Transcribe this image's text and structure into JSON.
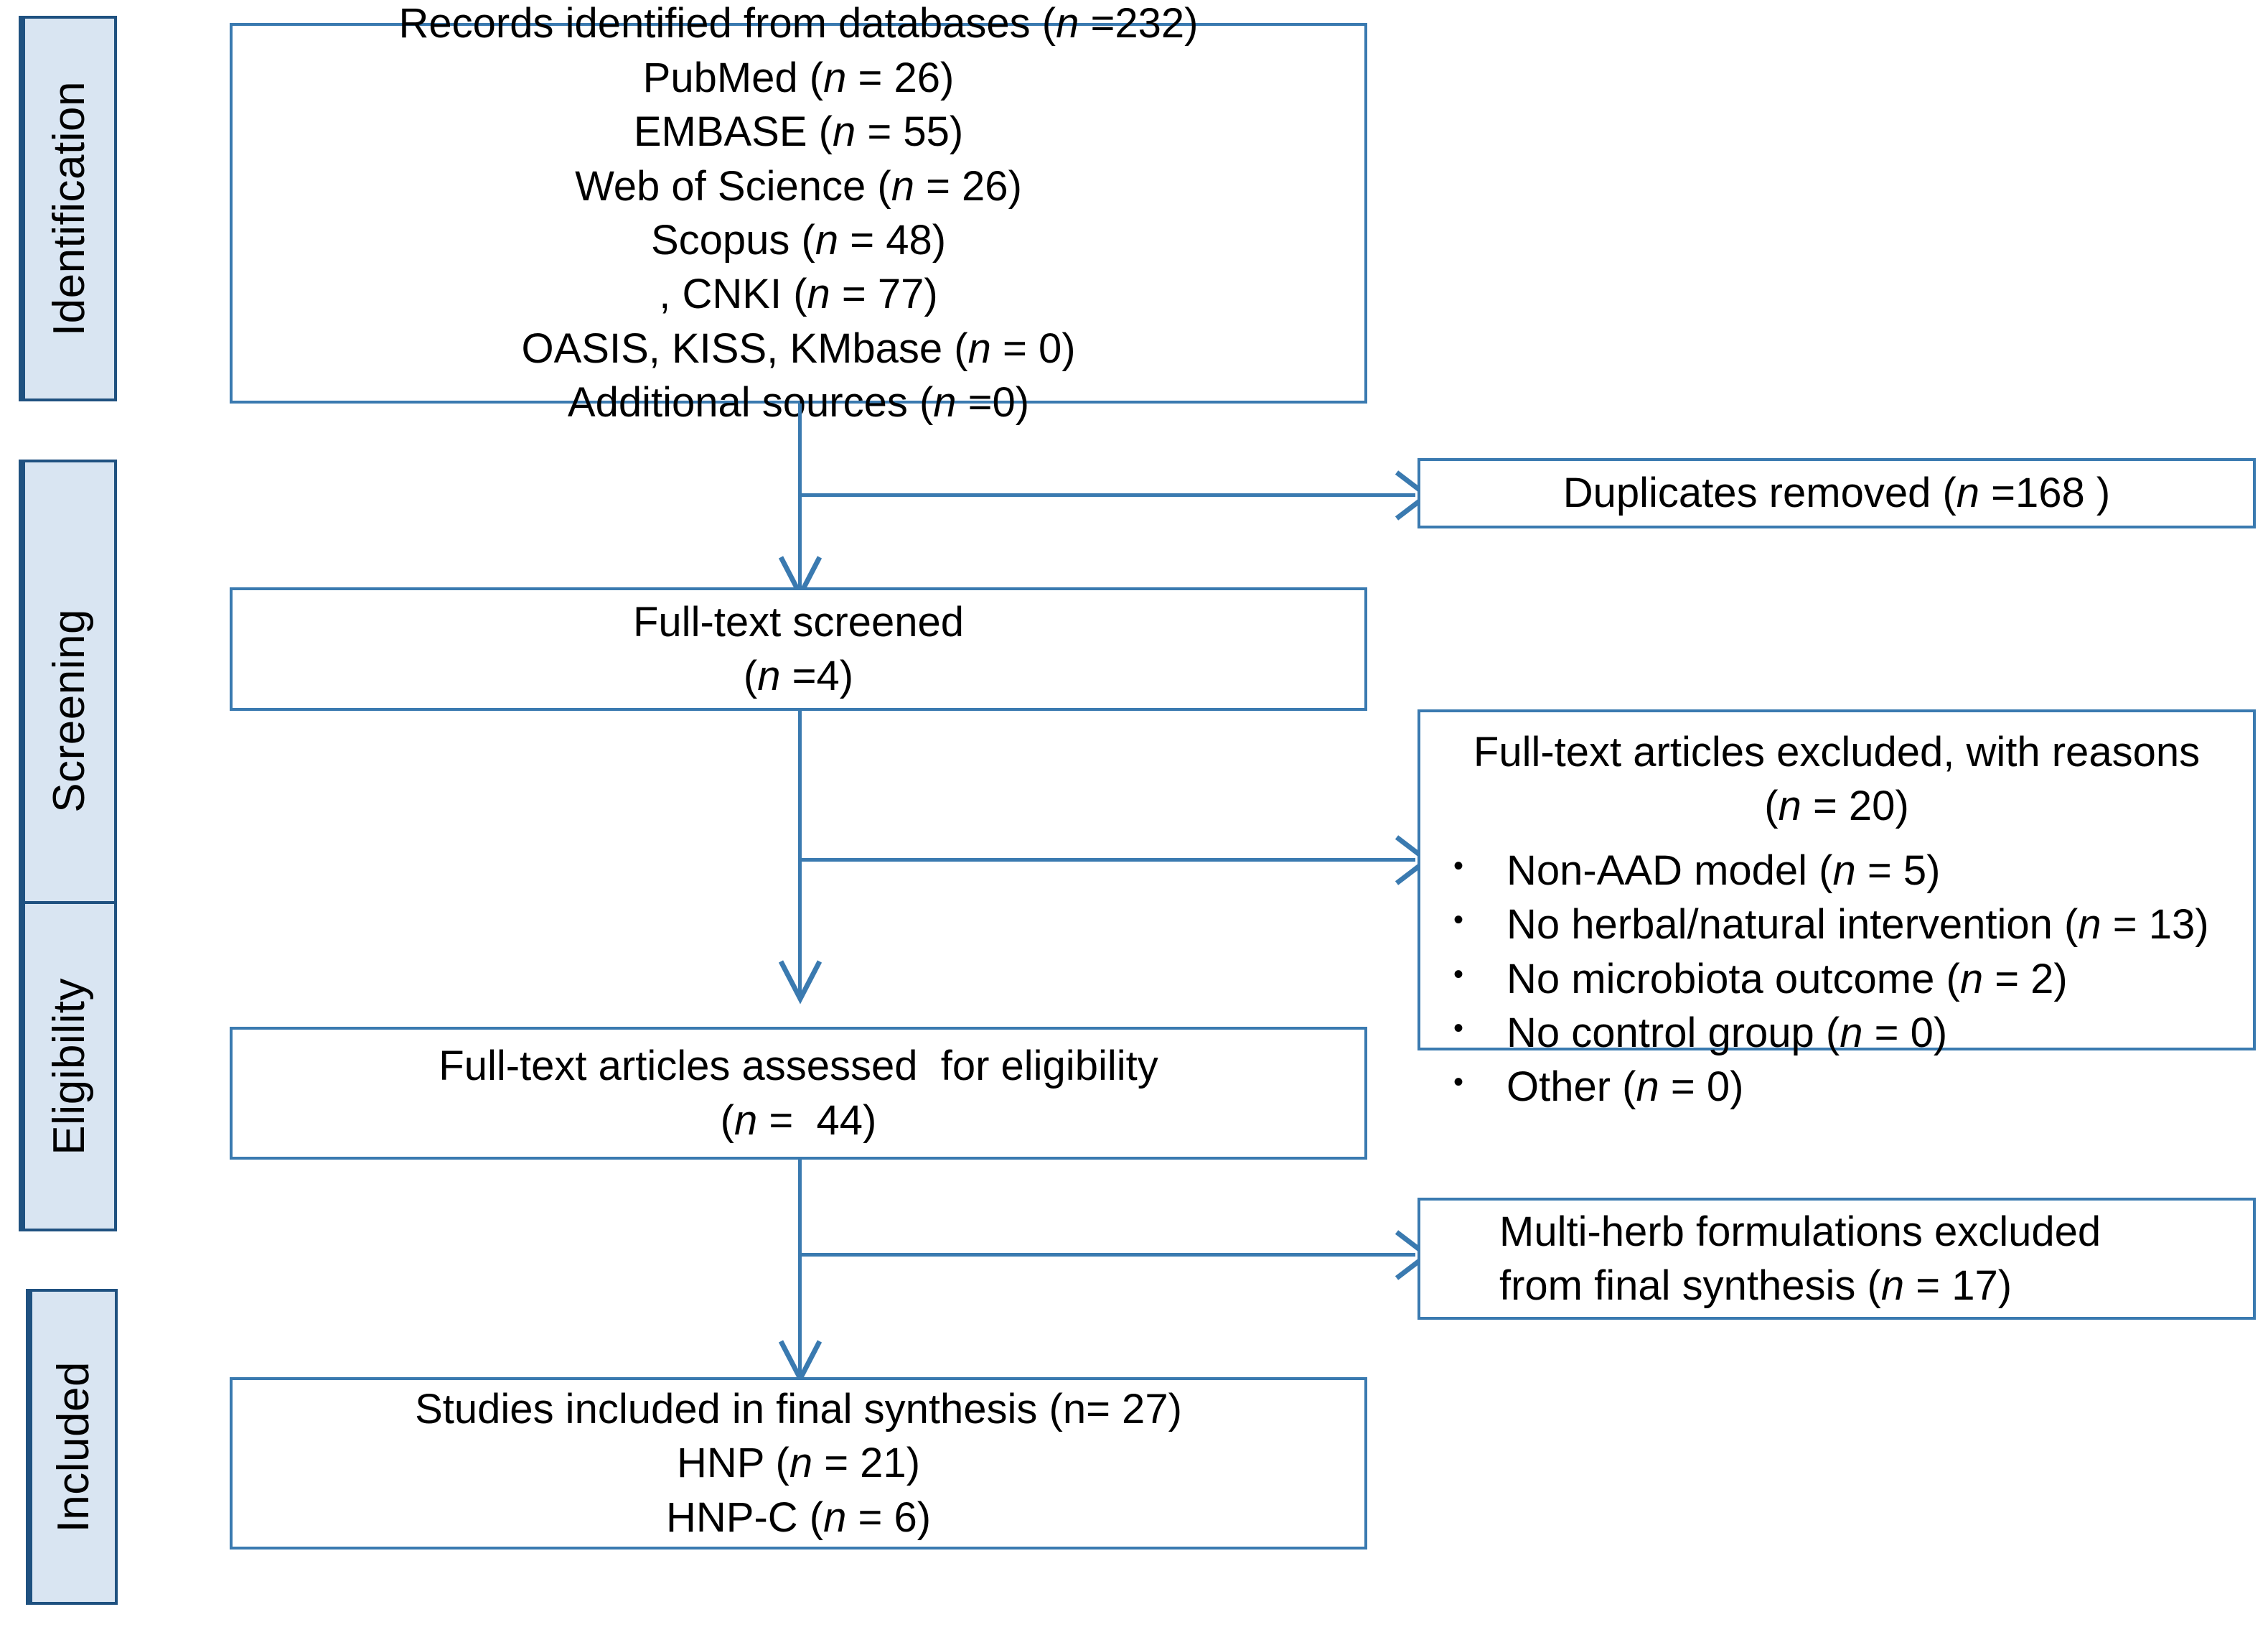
{
  "diagram": {
    "title": "PRISMA study selection flow diagram",
    "accent_color": "#3a7ab0",
    "stage_fill_color": "#d9e5f2",
    "stage_border_color": "#1f5180"
  },
  "stages": [
    {
      "label": "Identification"
    },
    {
      "label": "Screening"
    },
    {
      "label": "Eligibility"
    },
    {
      "label": "Included"
    }
  ],
  "boxes": {
    "identified": {
      "lines": [
        "Records identified from databases (n =232)",
        "PubMed (n = 26)",
        "EMBASE (n = 55)",
        "Web of Science (n = 26)",
        "Scopus (n = 48)",
        ", CNKI (n = 77)",
        "OASIS, KISS, KMbase (n = 0)",
        "Additional sources (n =0)"
      ]
    },
    "duplicates": {
      "lines": [
        "Duplicates removed (n =168 )"
      ]
    },
    "screened": {
      "lines": [
        "Full-text screened",
        "(n =4)"
      ]
    },
    "excluded_reasons": {
      "heading_line1": "Full-text articles excluded, with reasons",
      "heading_line2": "(n = 20)",
      "bullet_char": "•",
      "items": [
        "Non-AAD model (n = 5)",
        "No herbal/natural intervention (n = 13)",
        "No microbiota outcome (n = 2)",
        "No control group (n = 0)",
        "Other (n = 0)"
      ]
    },
    "assessed": {
      "lines": [
        "Full-text articles assessed  for eligibility",
        "(n =  44)"
      ]
    },
    "multiherb_excluded": {
      "lines": [
        "Multi-herb formulations excluded",
        "from final synthesis (n = 17)"
      ]
    },
    "included": {
      "lines": [
        "Studies included in final synthesis (n= 27)",
        "HNP (n = 21)",
        "HNP-C (n = 6)"
      ]
    }
  }
}
